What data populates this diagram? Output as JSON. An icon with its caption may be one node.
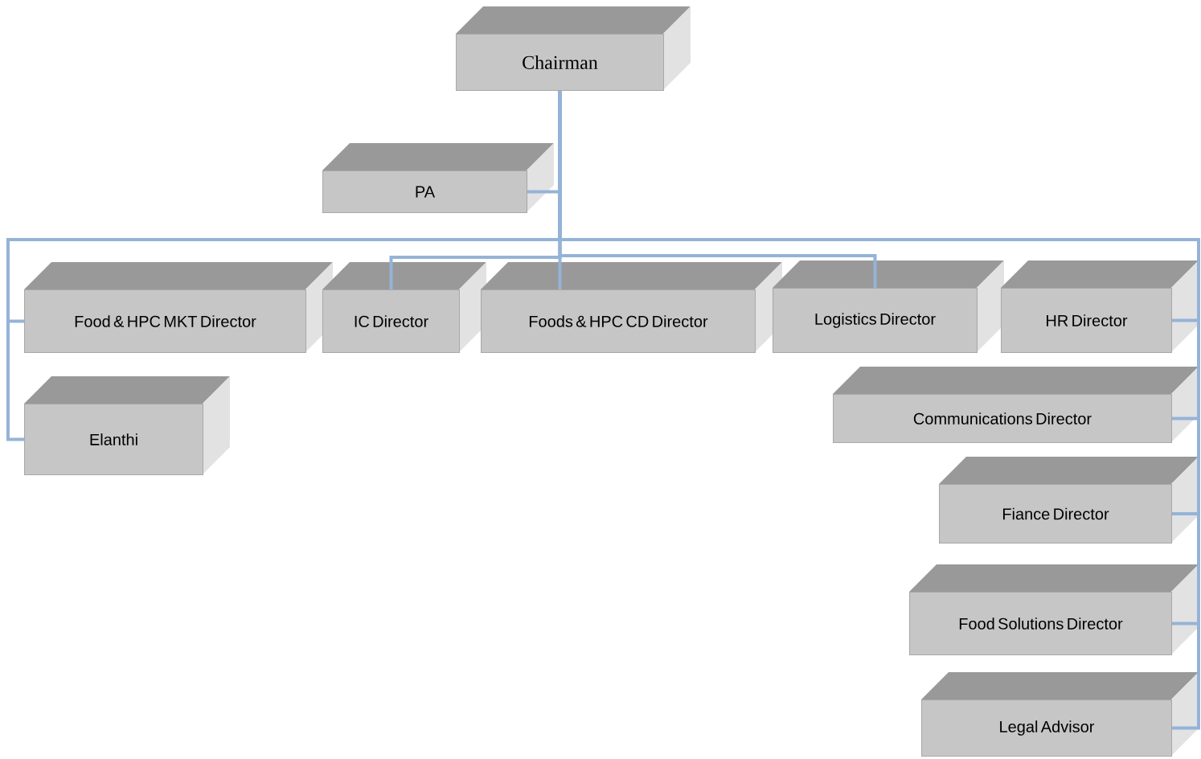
{
  "diagram": {
    "nodes": [
      {
        "text": [
          "Chairman"
        ]
      },
      {
        "text": [
          "PA"
        ]
      },
      {
        "text": [
          "Food & HPC MKT Director"
        ]
      },
      {
        "text": [
          "IC Director"
        ]
      },
      {
        "text": [
          "Foods & HPC CD Director"
        ]
      },
      {
        "text": [
          "Logistics Director"
        ]
      },
      {
        "text": [
          "HR Director"
        ]
      },
      {
        "text": [
          "Elanthi"
        ]
      },
      {
        "text": [
          "Communications Director"
        ]
      },
      {
        "text": [
          "Fiance Director"
        ]
      },
      {
        "text": [
          "Food Solutions Director"
        ]
      },
      {
        "text": [
          "Legal Advisor"
        ]
      }
    ],
    "edges": [
      {
        "from": 0,
        "to": 1,
        "arrow": "none"
      },
      {
        "from": 0,
        "to": 2,
        "arrow": "none"
      },
      {
        "from": 0,
        "to": 7,
        "arrow": "none"
      },
      {
        "from": 0,
        "to": 3,
        "arrow": "none"
      },
      {
        "from": 0,
        "to": 5,
        "arrow": "none"
      },
      {
        "from": 0,
        "to": 4,
        "arrow": "none"
      },
      {
        "from": 0,
        "to": 6,
        "arrow": "none"
      },
      {
        "from": 0,
        "to": 8,
        "arrow": "none"
      },
      {
        "from": 0,
        "to": 9,
        "arrow": "none"
      },
      {
        "from": 0,
        "to": 10,
        "arrow": "none"
      },
      {
        "from": 0,
        "to": 11,
        "arrow": "none"
      }
    ]
  }
}
